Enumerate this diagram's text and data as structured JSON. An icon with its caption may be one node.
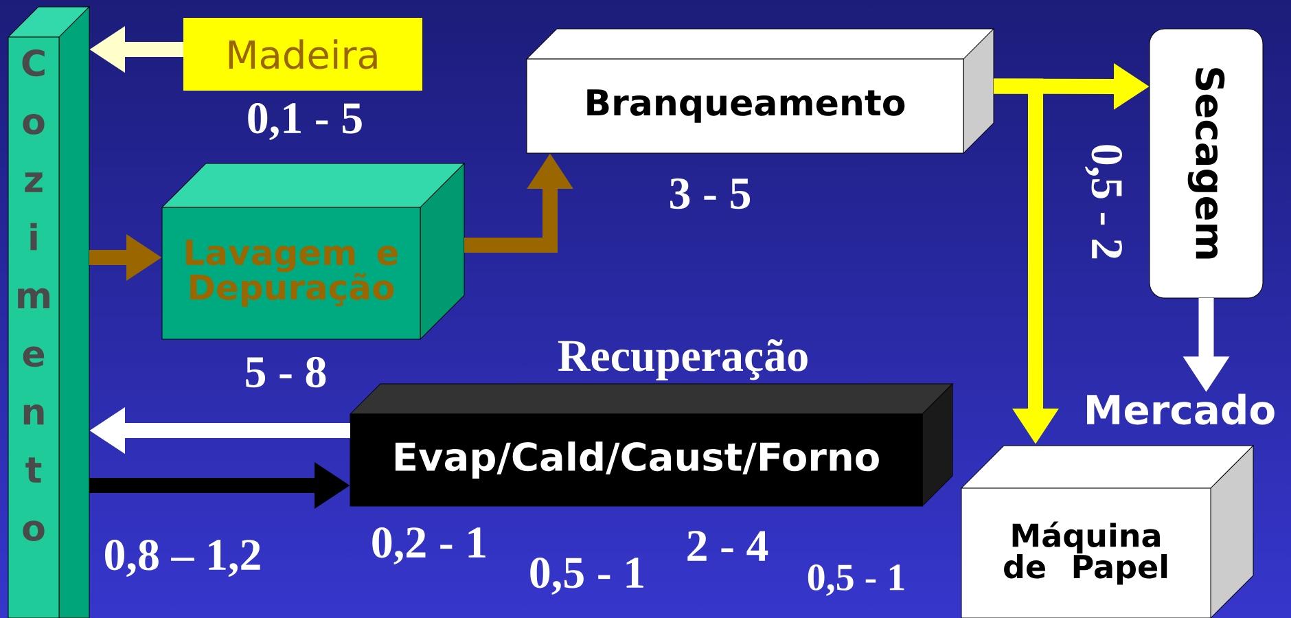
{
  "diagram": {
    "nodes": [
      {
        "text": [
          "Cozimento"
        ]
      },
      {
        "text": [
          "Madeira"
        ]
      },
      {
        "text": [
          "Lavagem e Depuração"
        ]
      },
      {
        "text": [
          "Branqueamento"
        ]
      },
      {
        "text": [
          "Secagem"
        ]
      },
      {
        "text": [
          "Mercado"
        ]
      },
      {
        "text": [
          "Recuperação",
          "Evap/Cald/Caust/Forno"
        ]
      },
      {
        "text": [
          "Máquina de Papel"
        ]
      }
    ],
    "edges": [
      {
        "from": 1,
        "to": 0,
        "arrow": "to",
        "color": "#ffffcc"
      },
      {
        "from": 0,
        "to": 2,
        "arrow": "to",
        "color": "#996600"
      },
      {
        "from": 2,
        "to": 3,
        "arrow": "to",
        "color": "#996600"
      },
      {
        "from": 3,
        "to": 4,
        "arrow": "to",
        "color": "#ffff00"
      },
      {
        "from": 3,
        "to": 7,
        "arrow": "to",
        "color": "#ffff00"
      },
      {
        "from": 4,
        "to": 5,
        "arrow": "to",
        "color": "#ffffff"
      },
      {
        "from": 6,
        "to": 0,
        "arrow": "to",
        "color": "#ffffff"
      },
      {
        "from": 0,
        "to": 6,
        "arrow": "to",
        "color": "#000000"
      }
    ],
    "labels": [
      "0,1 - 5",
      "3 - 5",
      "0,5 - 2",
      "5 - 8",
      "0,2 - 1",
      "2 - 4",
      "0,8 – 1,2",
      "0,5 - 1",
      "0,5 - 1"
    ]
  }
}
